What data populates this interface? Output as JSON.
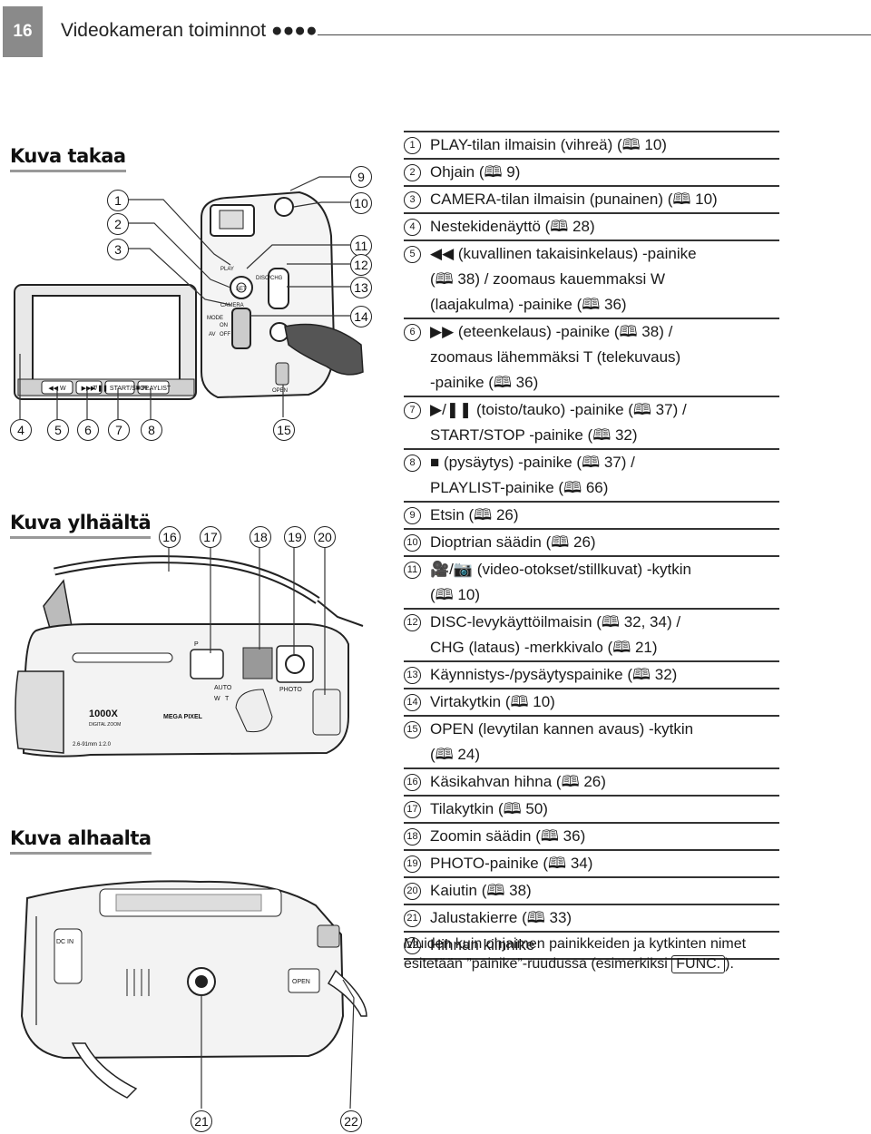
{
  "header": {
    "page_number": "16",
    "chapter_title": "Videokameran toiminnot ●●●●"
  },
  "views": {
    "back": "Kuva takaa",
    "top": "Kuva ylhäältä",
    "bottom": "Kuva alhaalta"
  },
  "callouts": {
    "back": [
      "1",
      "2",
      "3",
      "4",
      "5",
      "6",
      "7",
      "8",
      "9",
      "10",
      "11",
      "12",
      "13",
      "14",
      "15"
    ],
    "top": [
      "16",
      "17",
      "18",
      "19",
      "20"
    ],
    "bottom": [
      "21",
      "22"
    ]
  },
  "camera_labels": {
    "lcd_buttons": [
      "◀◀ W",
      "▶▶ T",
      "▶/❚❚ START/STOP",
      "■ PLAYLIST"
    ],
    "mode_labels": [
      "PLAY",
      "CAMERA",
      "MODE",
      "AV",
      "ON",
      "OFF",
      "SET",
      "DISC/CHG",
      "OPEN"
    ],
    "top_labels": [
      "AUTO",
      "P",
      "W",
      "T",
      "PHOTO",
      "1000X",
      "DIGITAL ZOOM",
      "2.6-91mm 1:2.0",
      "MEGA PIXEL"
    ],
    "bottom_labels": [
      "DC IN",
      "OPEN"
    ]
  },
  "parts": [
    {
      "n": "1",
      "lines": [
        "PLAY-tilan ilmaisin (vihreä) (🕮 10)"
      ]
    },
    {
      "n": "2",
      "lines": [
        "Ohjain (🕮 9)"
      ]
    },
    {
      "n": "3",
      "lines": [
        "CAMERA-tilan ilmaisin (punainen) (🕮 10)"
      ]
    },
    {
      "n": "4",
      "lines": [
        "Nestekidenäyttö (🕮 28)"
      ]
    },
    {
      "n": "5",
      "lines": [
        "◀◀ (kuvallinen takaisinkelaus) -painike",
        "(🕮 38) / zoomaus kauemmaksi W",
        "(laajakulma) -painike (🕮 36)"
      ]
    },
    {
      "n": "6",
      "lines": [
        "▶▶ (eteenkelaus) -painike (🕮 38) /",
        "zoomaus lähemmäksi T (telekuvaus)",
        "-painike (🕮 36)"
      ]
    },
    {
      "n": "7",
      "lines": [
        "▶/❚❚ (toisto/tauko) -painike (🕮 37) /",
        "START/STOP -painike (🕮 32)"
      ]
    },
    {
      "n": "8",
      "lines": [
        "■ (pysäytys) -painike (🕮 37) /",
        "PLAYLIST-painike (🕮 66)"
      ]
    },
    {
      "n": "9",
      "lines": [
        "Etsin (🕮 26)"
      ]
    },
    {
      "n": "10",
      "lines": [
        "Dioptrian säädin (🕮 26)"
      ]
    },
    {
      "n": "11",
      "lines": [
        "🎥/📷 (video-otokset/stillkuvat) -kytkin",
        "(🕮 10)"
      ]
    },
    {
      "n": "12",
      "lines": [
        "DISC-levykäyttöilmaisin (🕮 32, 34) /",
        "CHG (lataus) -merkkivalo (🕮 21)"
      ]
    },
    {
      "n": "13",
      "lines": [
        "Käynnistys-/pysäytyspainike (🕮 32)"
      ]
    },
    {
      "n": "14",
      "lines": [
        "Virtakytkin (🕮 10)"
      ]
    },
    {
      "n": "15",
      "lines": [
        "OPEN (levytilan kannen avaus) -kytkin",
        "(🕮 24)"
      ]
    },
    {
      "n": "16",
      "lines": [
        "Käsikahvan hihna (🕮 26)"
      ]
    },
    {
      "n": "17",
      "lines": [
        "Tilakytkin (🕮 50)"
      ]
    },
    {
      "n": "18",
      "lines": [
        "Zoomin säädin (🕮 36)"
      ]
    },
    {
      "n": "19",
      "lines": [
        "PHOTO-painike (🕮 34)"
      ]
    },
    {
      "n": "20",
      "lines": [
        "Kaiutin (🕮 38)"
      ]
    },
    {
      "n": "21",
      "lines": [
        "Jalustakierre (🕮 33)"
      ]
    },
    {
      "n": "22",
      "lines": [
        "Hihnan kiinnike"
      ]
    }
  ],
  "note": {
    "text_before": "Muiden kuin ohjaimen painikkeiden ja kytkinten nimet esitetään ”painike”-ruudussa (esimerkiksi ",
    "func_label": "FUNC.",
    "text_after": ")."
  }
}
